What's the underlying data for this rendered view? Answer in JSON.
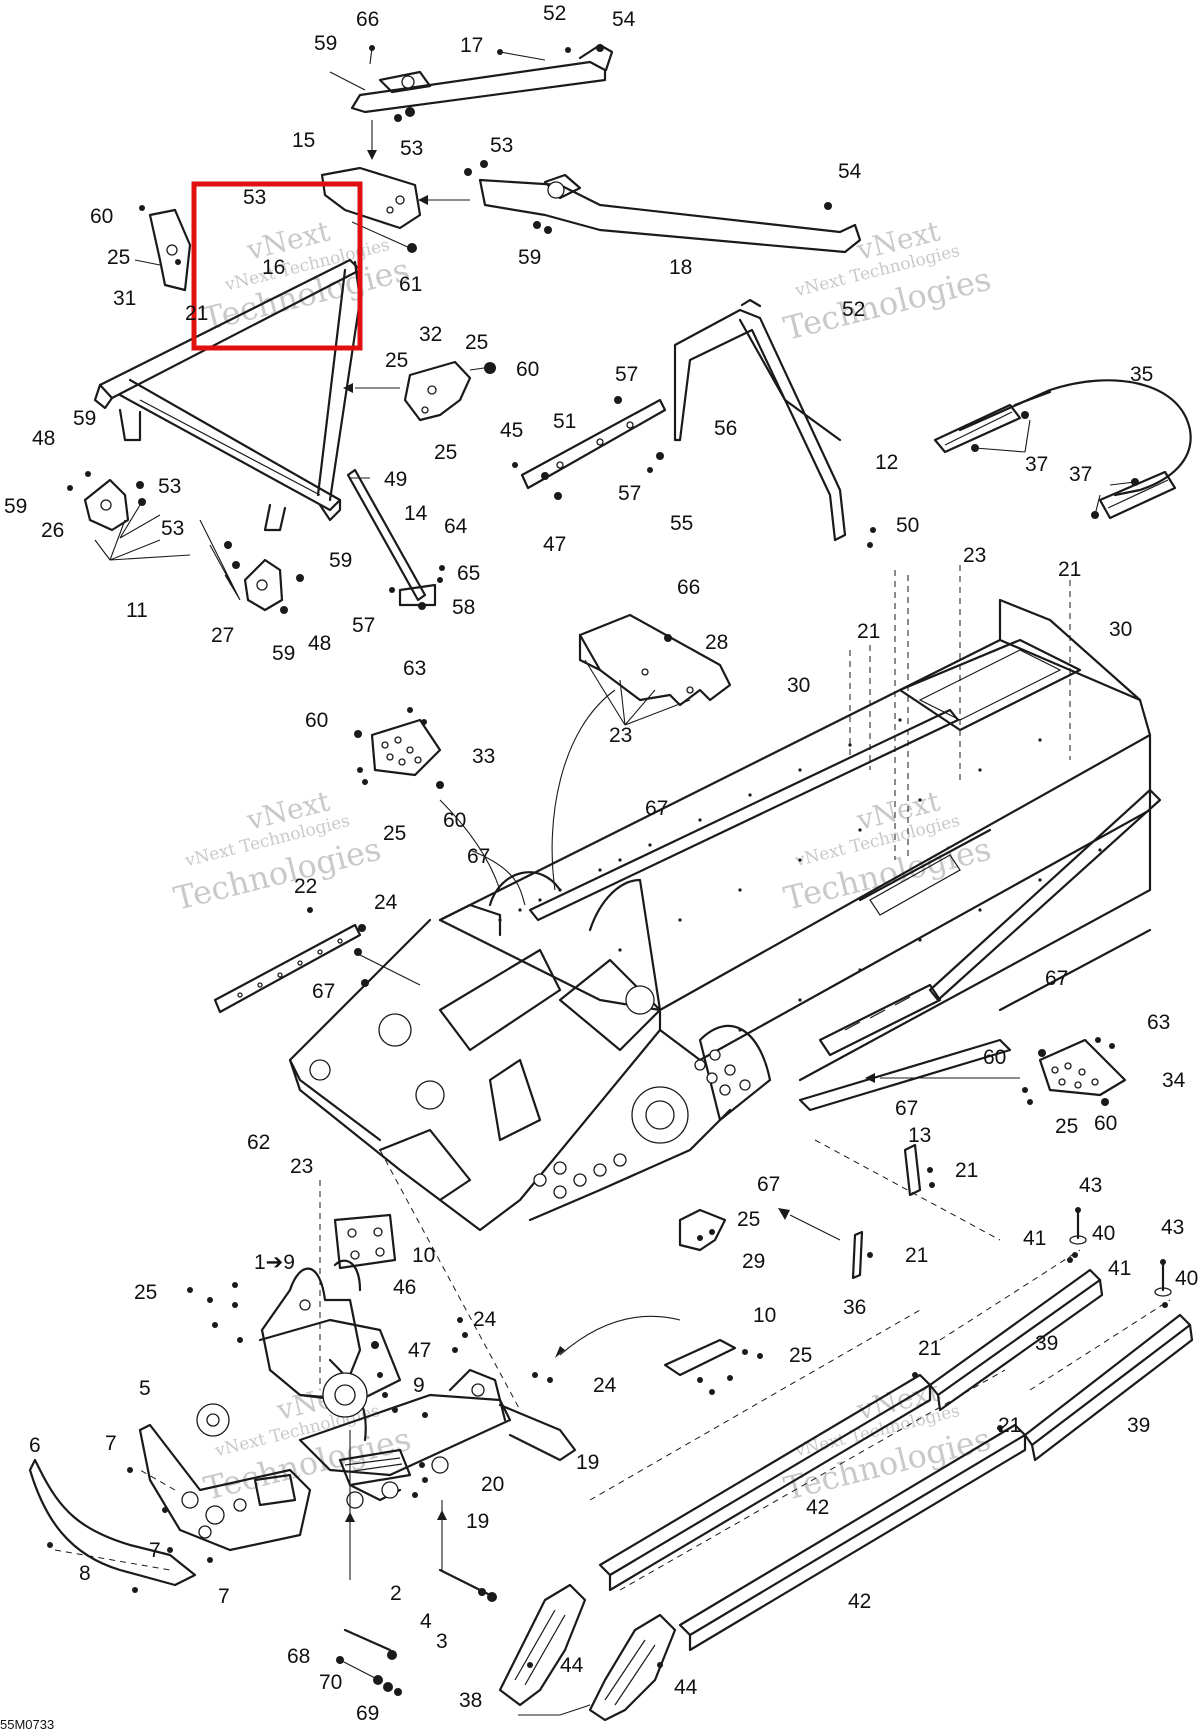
{
  "diagram": {
    "reference_code": "55M0733",
    "watermark": {
      "line1": "vNext",
      "line2": "vNext Technologies",
      "line3": "Technologies"
    },
    "colors": {
      "line": "#1a1a1a",
      "highlight": "#e10f0f",
      "watermark": "#c9c9c9"
    },
    "highlighted_part": "16",
    "callouts": [
      "66",
      "52",
      "54",
      "59",
      "17",
      "53",
      "53",
      "15",
      "53",
      "16",
      "60",
      "25",
      "31",
      "21",
      "61",
      "59",
      "18",
      "54",
      "52",
      "32",
      "25",
      "25",
      "60",
      "25",
      "48",
      "59",
      "59",
      "26",
      "53",
      "53",
      "49",
      "14",
      "64",
      "65",
      "58",
      "57",
      "59",
      "11",
      "27",
      "59",
      "48",
      "57",
      "45",
      "51",
      "57",
      "47",
      "55",
      "56",
      "12",
      "50",
      "35",
      "37",
      "37",
      "66",
      "28",
      "23",
      "23",
      "21",
      "30",
      "21",
      "30",
      "63",
      "60",
      "33",
      "60",
      "25",
      "67",
      "67",
      "22",
      "24",
      "67",
      "67",
      "62",
      "23",
      "60",
      "63",
      "34",
      "25",
      "60",
      "67",
      "13",
      "21",
      "67",
      "25",
      "29",
      "21",
      "36",
      "10",
      "1➔9",
      "25",
      "46",
      "24",
      "47",
      "9",
      "10",
      "25",
      "24",
      "5",
      "6",
      "7",
      "7",
      "8",
      "7",
      "19",
      "20",
      "19",
      "2",
      "4",
      "3",
      "68",
      "70",
      "69",
      "43",
      "41",
      "40",
      "43",
      "41",
      "40",
      "21",
      "39",
      "21",
      "39",
      "42",
      "42",
      "38",
      "44",
      "44"
    ]
  }
}
